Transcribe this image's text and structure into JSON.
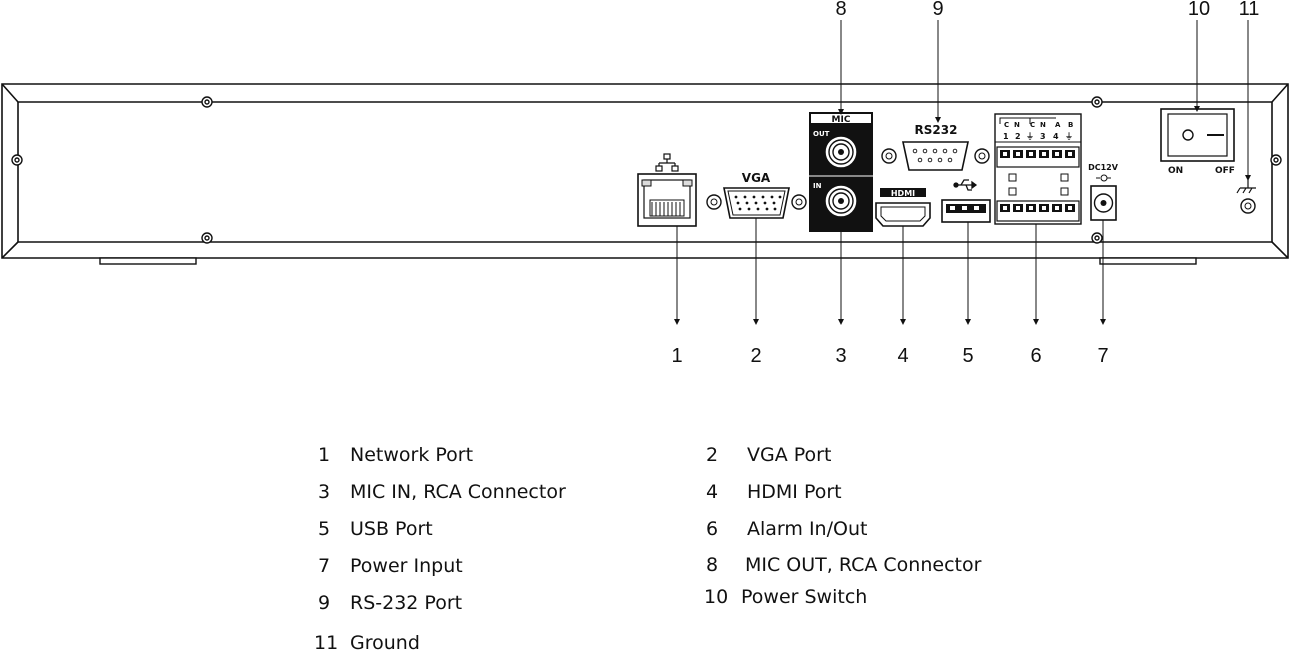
{
  "panel": {
    "mic_label": "MIC",
    "mic_out_label": "OUT",
    "mic_in_label": "IN",
    "vga_label": "VGA",
    "rs232_label": "RS232",
    "hdmi_label": "HDMI",
    "dc_label": "DC12V",
    "on_label": "ON",
    "off_label": "OFF",
    "alarm_top": [
      "1",
      "2",
      "⏚",
      "3",
      "4",
      "⏚"
    ],
    "alarm_ab": [
      "A",
      "B"
    ],
    "alarm_nc": [
      "C",
      "N",
      "C",
      "N"
    ]
  },
  "callouts_top": [
    "8",
    "9",
    "10",
    "11"
  ],
  "callouts_bottom": [
    "1",
    "2",
    "3",
    "4",
    "5",
    "6",
    "7"
  ],
  "legend": [
    {
      "num": "1",
      "text": "Network Port"
    },
    {
      "num": "2",
      "text": "VGA Port"
    },
    {
      "num": "3",
      "text": "MIC IN, RCA Connector"
    },
    {
      "num": "4",
      "text": "HDMI Port"
    },
    {
      "num": "5",
      "text": "USB Port"
    },
    {
      "num": "6",
      "text": "Alarm In/Out"
    },
    {
      "num": "7",
      "text": "Power Input"
    },
    {
      "num": "8",
      "text": "MIC OUT, RCA Connector"
    },
    {
      "num": "9",
      "text": "RS-232 Port"
    },
    {
      "num": "10",
      "text": "Power Switch"
    },
    {
      "num": "11",
      "text": "Ground"
    }
  ]
}
